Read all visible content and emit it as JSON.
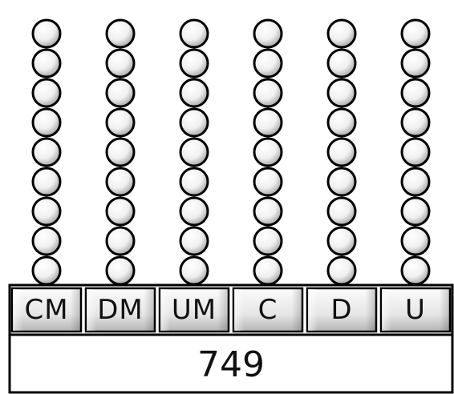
{
  "columns": [
    {
      "label": "CM",
      "beads": 9
    },
    {
      "label": "DM",
      "beads": 9
    },
    {
      "label": "UM",
      "beads": 9
    },
    {
      "label": "C",
      "beads": 9
    },
    {
      "label": "D",
      "beads": 9
    },
    {
      "label": "U",
      "beads": 9
    }
  ],
  "number": "749",
  "colors": {
    "bead_light": "#ffffff",
    "bead_dark": "#9a9a9a",
    "plate_light": "#f2f2f2",
    "plate_dark": "#a8a8a8",
    "outline": "#000000"
  }
}
